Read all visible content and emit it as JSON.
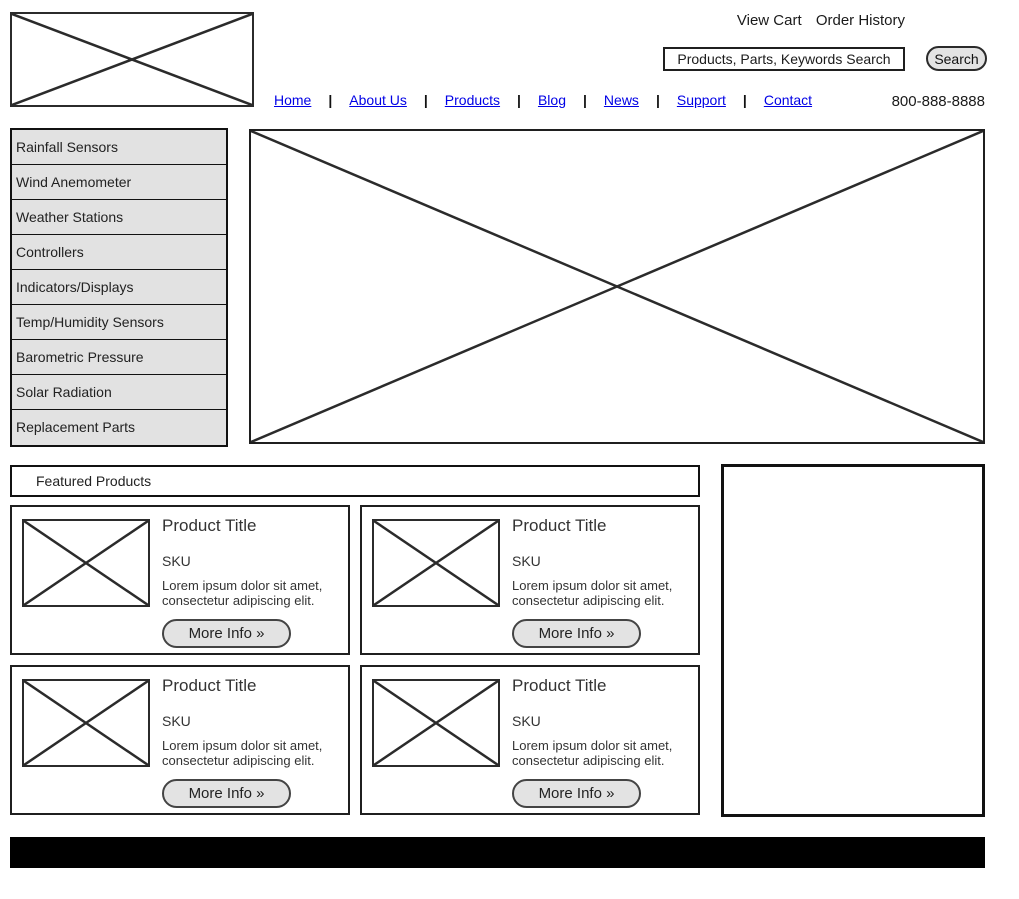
{
  "header": {
    "view_cart_label": "View Cart",
    "order_history_label": "Order History",
    "search_value": "Products, Parts, Keywords Search",
    "search_button_label": "Search",
    "phone": "800-888-8888"
  },
  "nav": {
    "separator": "|",
    "items": [
      "Home",
      "About Us",
      "Products",
      "Blog",
      "News",
      "Support",
      "Contact"
    ]
  },
  "sidebar": {
    "items": [
      "Rainfall Sensors",
      "Wind Anemometer",
      "Weather Stations",
      "Controllers",
      "Indicators/Displays",
      "Temp/Humidity Sensors",
      "Barometric Pressure",
      "Solar Radiation",
      "Replacement Parts"
    ]
  },
  "featured": {
    "title": "Featured Products"
  },
  "products": [
    {
      "title": "Product Title",
      "sku": "SKU",
      "description": "Lorem ipsum dolor sit amet, consectetur adipiscing elit.",
      "more_info_label": "More Info »"
    },
    {
      "title": "Product Title",
      "sku": "SKU",
      "description": "Lorem ipsum dolor sit amet, consectetur adipiscing elit.",
      "more_info_label": "More Info »"
    },
    {
      "title": "Product Title",
      "sku": "SKU",
      "description": "Lorem ipsum dolor sit amet, consectetur adipiscing elit.",
      "more_info_label": "More Info »"
    },
    {
      "title": "Product Title",
      "sku": "SKU",
      "description": "Lorem ipsum dolor sit amet, consectetur adipiscing elit.",
      "more_info_label": "More Info »"
    }
  ],
  "icons": {
    "image_placeholder": "crossed-box"
  },
  "colors": {
    "link": "#0000e6",
    "button_bg": "#e3e3e3",
    "sidebar_item_bg": "#e2e2e2",
    "border": "#1a1a1a",
    "footer_bg": "#000000"
  }
}
